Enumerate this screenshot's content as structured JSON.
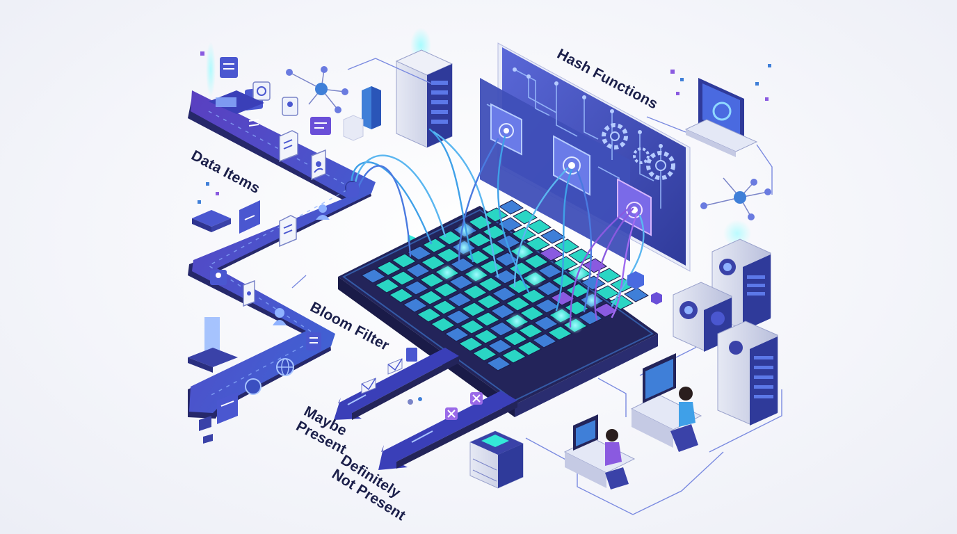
{
  "labels": {
    "data_items": "Data Items",
    "hash_functions": "Hash Functions",
    "bloom_filter": "Bloom Filter",
    "maybe_line1": "Maybe",
    "maybe_line2": "Present",
    "definitely_line1": "Definitely",
    "definitely_line2": "Not Present"
  },
  "colors": {
    "deep_navy": "#23245a",
    "conveyor_purple": "#4b43b8",
    "conveyor_blue": "#3a5fd0",
    "teal_cell": "#2ad6c4",
    "blue_cell": "#3f7fd8",
    "violet_cell": "#8a5ae0",
    "panel_blue": "#3e4db0",
    "label_text": "#1b1f4a"
  },
  "icons": [
    "server-rack-icon",
    "monitor-icon",
    "gear-icon",
    "chip-icon",
    "document-icon",
    "user-icon",
    "envelope-icon",
    "globe-icon",
    "network-node-icon",
    "developer-at-desk-icon"
  ]
}
